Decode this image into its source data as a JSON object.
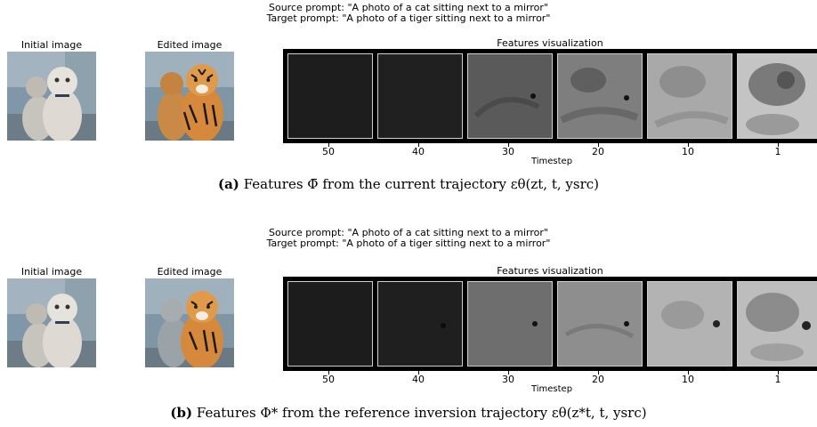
{
  "panels": [
    {
      "id": "a",
      "source_prompt": "Source prompt: \"A photo of a cat sitting next to a mirror\"",
      "target_prompt": "Target prompt: \"A photo of a tiger sitting next to a mirror\"",
      "initial_label": "Initial image",
      "edited_label": "Edited image",
      "features_title": "Features visualization",
      "timesteps": [
        "50",
        "40",
        "30",
        "20",
        "10",
        "1"
      ],
      "tile_tones": [
        "#1d1d1d",
        "#202020",
        "#5a5a5a",
        "#7e7e7e",
        "#a9a9a9",
        "#c4c4c4"
      ],
      "axis_label": "Timestep",
      "caption_tag": "(a)",
      "caption_text": "Features Φ̄ from the current trajectory εθ(zt, t, ysrc)"
    },
    {
      "id": "b",
      "source_prompt": "Source prompt: \"A photo of a cat sitting next to a mirror\"",
      "target_prompt": "Target prompt: \"A photo of a tiger sitting next to a mirror\"",
      "initial_label": "Initial image",
      "edited_label": "Edited image",
      "features_title": "Features visualization",
      "timesteps": [
        "50",
        "40",
        "30",
        "20",
        "10",
        "1"
      ],
      "tile_tones": [
        "#1c1c1c",
        "#1f1f1f",
        "#6e6e6e",
        "#8e8e8e",
        "#b3b3b3",
        "#bdbdbd"
      ],
      "axis_label": "Timestep",
      "caption_tag": "(b)",
      "caption_text": "Features Φ* from the reference inversion trajectory εθ(z*t, t, ysrc)"
    }
  ]
}
